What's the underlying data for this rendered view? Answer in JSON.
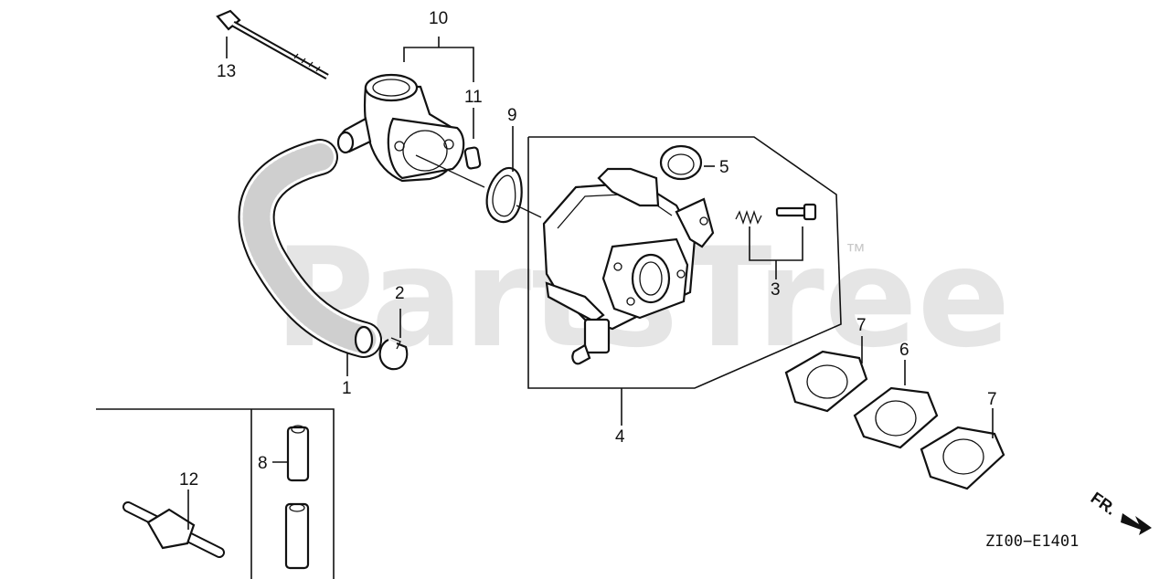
{
  "watermark": {
    "text": "PartsTree",
    "trademark": "™"
  },
  "diagram_code": "ZI00−E1401",
  "direction_label": "FR.",
  "callouts": [
    {
      "id": "c1",
      "num": "1"
    },
    {
      "id": "c2",
      "num": "2"
    },
    {
      "id": "c3",
      "num": "3"
    },
    {
      "id": "c4",
      "num": "4"
    },
    {
      "id": "c5",
      "num": "5"
    },
    {
      "id": "c6",
      "num": "6"
    },
    {
      "id": "c7a",
      "num": "7"
    },
    {
      "id": "c7b",
      "num": "7"
    },
    {
      "id": "c8",
      "num": "8"
    },
    {
      "id": "c9",
      "num": "9"
    },
    {
      "id": "c10",
      "num": "10"
    },
    {
      "id": "c11",
      "num": "11"
    },
    {
      "id": "c12",
      "num": "12"
    },
    {
      "id": "c13",
      "num": "13"
    }
  ]
}
